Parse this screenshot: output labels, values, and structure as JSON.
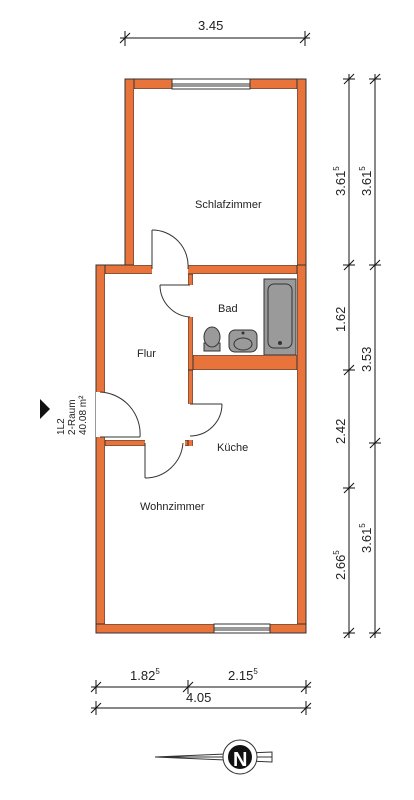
{
  "rooms": {
    "schlafzimmer": "Schlafzimmer",
    "bad": "Bad",
    "flur": "Flur",
    "kueche": "Küche",
    "wohnzimmer": "Wohnzimmer"
  },
  "unit_info": {
    "id": "1L2",
    "type": "2-Raum",
    "area": "40.08 m²"
  },
  "dimensions": {
    "top_width": "3.45",
    "right_outer_1": "3.61",
    "right_outer_1_sup": "5",
    "right_outer_2": "3.53",
    "right_outer_3": "3.61",
    "right_outer_3_sup": "5",
    "right_inner_1": "3.61",
    "right_inner_1_sup": "5",
    "right_inner_2": "1.62",
    "right_inner_3": "2.42",
    "right_inner_4": "2.66",
    "right_inner_4_sup": "5",
    "bottom_left": "1.82",
    "bottom_left_sup": "5",
    "bottom_right": "2.15",
    "bottom_right_sup": "5",
    "bottom_total": "4.05"
  },
  "compass": {
    "letter": "N"
  },
  "colors": {
    "wall": "#e8743b",
    "fixture": "#9a9a9a",
    "outline": "#333333"
  }
}
